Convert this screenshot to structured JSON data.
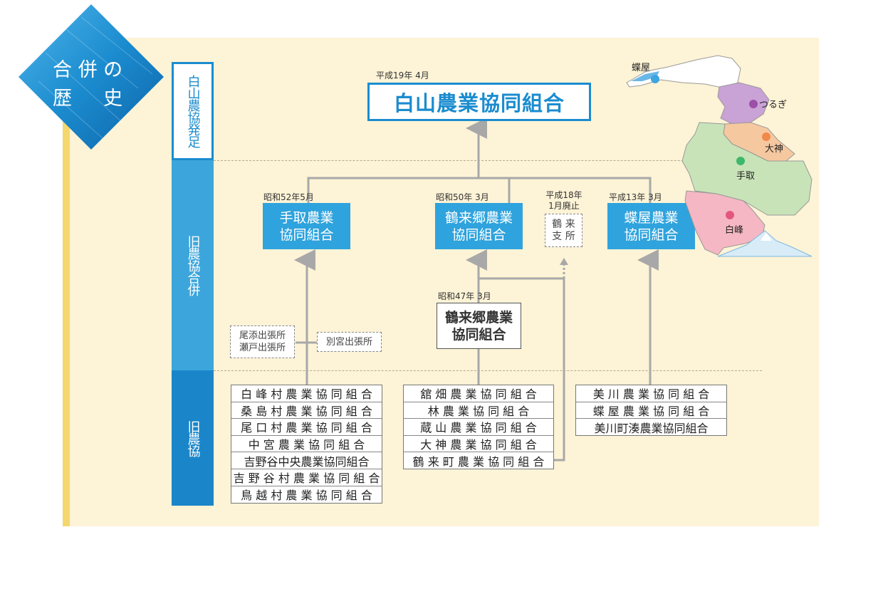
{
  "badge": {
    "line1": "合 併 の",
    "line2": "歴 　 史"
  },
  "stages": {
    "s1": "白山農協発足",
    "s2": "旧農協合併",
    "s3": "旧農協"
  },
  "top": {
    "date": "平成19年 4月",
    "name": "白山農業協同組合"
  },
  "mid": {
    "tedori": {
      "date": "昭和52年5月",
      "line1": "手取農業",
      "line2": "協同組合"
    },
    "tsurugi": {
      "date": "昭和50年 3月",
      "line1": "鶴来郷農業",
      "line2": "協同組合"
    },
    "branch_tsurugi": {
      "date1": "平成18年",
      "date2": "1月廃止",
      "line1": "鶴 来",
      "line2": "支 所"
    },
    "choya": {
      "date": "平成13年 3月",
      "line1": "蝶屋農業",
      "line2": "協同組合"
    }
  },
  "lower": {
    "tsurugi47": {
      "date": "昭和47年 3月",
      "line1": "鶴来郷農業",
      "line2": "協同組合"
    },
    "branch_oso": {
      "line1": "尾添出張所",
      "line2": "瀬戸出張所"
    },
    "branch_betsugu": "別宮出張所"
  },
  "coops": {
    "left": [
      "白 峰 村 農 業 協 同 組 合",
      "桑 島 村 農 業 協 同 組 合",
      "尾 口 村 農 業 協 同 組 合",
      "中 宮 農 業 協 同 組 合",
      "吉野谷中央農業協同組合",
      "吉 野 谷 村 農 業 協 同 組 合",
      "鳥 越 村 農 業 協 同 組 合"
    ],
    "center": [
      "舘 畑 農 業 協 同 組 合",
      "林 農 業 協 同 組 合",
      "蔵 山 農 業 協 同 組 合",
      "大 神 農 業 協 同 組 合",
      "鶴 来 町 農 業 協 同 組 合"
    ],
    "right": [
      "美 川 農 業 協 同 組 合",
      "蝶 屋 農 業 協 同 組 合",
      "美川町湊農業協同組合"
    ]
  },
  "map": {
    "choya": "蝶屋",
    "tsurugi": "つるぎ",
    "ogami": "大神",
    "tedori": "手取",
    "shiramine": "白峰"
  },
  "colors": {
    "blue": "#2fa3dd",
    "dark_blue": "#1a86c9",
    "panel": "#fdf3d6",
    "arrow": "#a8a8a8"
  }
}
